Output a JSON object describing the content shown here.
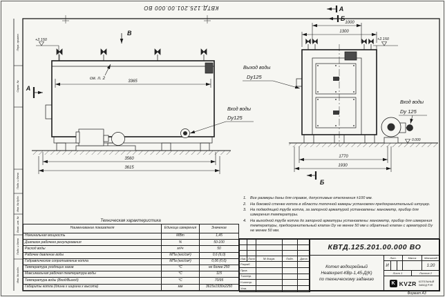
{
  "stamp": {
    "doc_number_top": "КВТД.125.201.00.000 ВО"
  },
  "margin_labels": {
    "perv_primen": "Перв. примен.",
    "sprav_no": "Справ. №",
    "podp_data_1": "Подп. и дата",
    "inv_dubl": "Инв. № дубл.",
    "vzam_inv": "Взам. инв. №",
    "podp_data_2": "Подп. и дата",
    "inv_podl": "Инв. № подл."
  },
  "side_view": {
    "view_mark": "В",
    "section_mark": "А",
    "see_note": "см. п. 2",
    "elevation_top": "+2.150",
    "dim_body": "3365",
    "dim_frame": "3560",
    "dim_overall": "3615",
    "inlet_label": "Вход воды",
    "inlet_size": "Dy125"
  },
  "end_view": {
    "section_mark_a": "А",
    "section_mark_b": "Б",
    "section_mark_b_bottom": "Б",
    "elevation_top": "+2.150",
    "level_zero": "0.000",
    "dim_top_inner": "1000",
    "dim_top_outer": "1300",
    "dim_frame": "1770",
    "dim_overall": "1930",
    "outlet_label": "Выход воды",
    "outlet_size": "Dy125",
    "inlet_label": "Вход воды",
    "inlet_size": "Dy 125"
  },
  "notes": [
    {
      "num": "1.",
      "text": "Все размеры даны для справок, допустимые отклонения ±100 мм."
    },
    {
      "num": "2.",
      "text": "На боковой стенке котла в области топочной камеры установлен предохранительный штуцер."
    },
    {
      "num": "3.",
      "text": "На подводящей трубе котла, за запорной арматурой установлены: манометр, прибор для измерения температуры."
    },
    {
      "num": "4.",
      "text": "На выходной трубе котла до запорной арматуры установлены: манометр, прибор для измерения температуры, предохранительный клапан Dy не менее 50 мм и обратный клапан с арматурой Dy не менее 50 мм."
    }
  ],
  "tech_table": {
    "title": "Техническая характеристика",
    "headers": [
      "Наименование показателя",
      "Единица измерения",
      "Значение"
    ],
    "rows": [
      [
        "Номинальная мощность",
        "МВт",
        "1,45"
      ],
      [
        "Диапазон рабочего регулирования",
        "%",
        "50-100"
      ],
      [
        "Расход воды",
        "м³/ч",
        "50"
      ],
      [
        "Рабочее давление воды",
        "МПа (кгс/см²)",
        "0,6 (6,0)"
      ],
      [
        "Гидравлическое сопротивление котла",
        "МПа (кгс/см²)",
        "0,06 (0,6)"
      ],
      [
        "Температура уходящих газов",
        "°С",
        "не более 250"
      ],
      [
        "Максимальная рабочая температура воды",
        "°С",
        "115"
      ],
      [
        "Температура воды (Вход/Выход)",
        "°С",
        "70/95"
      ],
      [
        "Габариты котла (длина х ширина х высота)",
        "мм",
        "3615х1930х2250"
      ]
    ]
  },
  "title_block": {
    "doc_number": "КВТД.125.201.00.000 ВО",
    "product_line1": "Котел водогрейный",
    "product_line2": "Heatexpert-КВр-1,45-Д(К)",
    "product_line3": "по техническому заданию",
    "col_izm": "Изм.",
    "col_list": "Лист",
    "col_docnum": "№ докум.",
    "col_podp": "Подп.",
    "col_data": "Дата",
    "row_razrab": "Разраб.",
    "row_prov": "Пров.",
    "row_tkontr": "Т.контр.",
    "row_nkontr": "Н.контр.",
    "row_utv": "Утв.",
    "lit_label": "Лит.",
    "mass_label": "Масса",
    "scale_label": "Масштаб",
    "lit_value": "И",
    "scale_value": "1:20",
    "sheet_label": "Лист 1",
    "sheets_label": "Листов 2",
    "logo_mark": "K",
    "logo_text": "KVZR",
    "company_line1": "КОТЕЛЬНЫЙ",
    "company_line2": "ЗАВОД РЭП",
    "format_label": "Формат А3"
  }
}
